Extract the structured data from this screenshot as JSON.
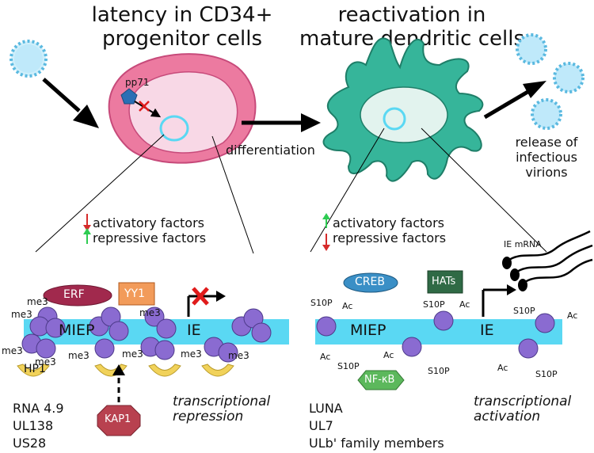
{
  "titles": {
    "latency": "latency in CD34+ progenitor cells",
    "latency_line1": "latency in CD34+",
    "latency_line2": "progenitor cells",
    "reactivation_line1": "reactivation in",
    "reactivation_line2": "mature dendritic cells"
  },
  "arrows": {
    "differentiation": "differentiation",
    "release_line1": "release of",
    "release_line2": "infectious",
    "release_line3": "virions"
  },
  "latency_panel": {
    "pp71": "pp71",
    "factor_activatory": "activatory factors",
    "factor_repressive": "repressive factors",
    "activatory_direction": "down",
    "repressive_direction": "up",
    "promoter": "MIEP",
    "gene": "IE",
    "erf": "ERF",
    "yy1": "YY1",
    "hp1": "HP1",
    "kap1": "KAP1",
    "me3": "me3",
    "outcome_line1": "transcriptional",
    "outcome_line2": "repression",
    "genes": [
      "RNA 4.9",
      "UL138",
      "US28"
    ]
  },
  "reactivation_panel": {
    "factor_activatory": "activatory factors",
    "factor_repressive": "repressive factors",
    "activatory_direction": "up",
    "repressive_direction": "down",
    "promoter": "MIEP",
    "gene": "IE",
    "creb": "CREB",
    "hats": "HATs",
    "nfkb": "NF-κB",
    "ie_mrna": "IE mRNA",
    "s10p": "S10P",
    "ac": "Ac",
    "outcome_line1": "transcriptional",
    "outcome_line2": "activation",
    "genes": [
      "LUNA",
      "UL7",
      "ULb' family members"
    ]
  },
  "colors": {
    "dna": "#5ad8f3",
    "nucleosome": "#8a6bd1",
    "latent_cell": "#ec7aa0",
    "dendritic_cell": "#36b59a",
    "erf": "#a1294d",
    "yy1": "#f29b5a",
    "hp1": "#f1d25a",
    "kap1": "#b8414f",
    "creb": "#3a8fc6",
    "hats": "#2f6a45",
    "nfkb": "#5cb85c",
    "up_arrow": "#2ecc52",
    "down_arrow": "#d62b2b",
    "block_x": "#e01b1b"
  }
}
